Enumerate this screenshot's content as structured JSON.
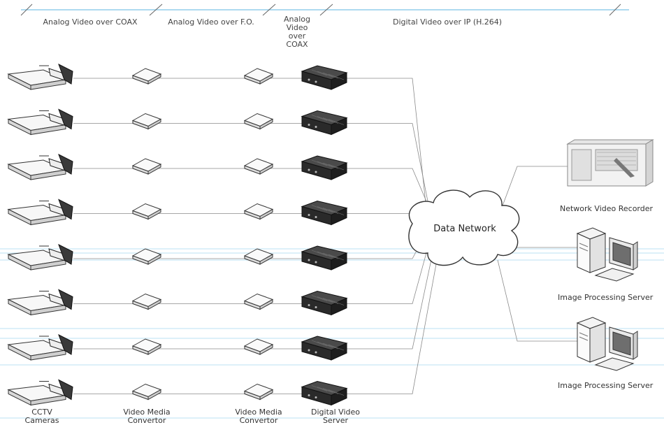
{
  "headers": {
    "coax": "Analog Video over COAX",
    "fo": "Analog Video over F.O.",
    "coax2": "Analog\nVideo\nover\nCOAX",
    "ip": "Digital Video over IP (H.264)"
  },
  "columns": {
    "cameras": "CCTV\nCameras",
    "converter_a": "Video Media\nConvertor",
    "converter_b": "Video Media\nConvertor",
    "server": "Digital Video\nServer"
  },
  "network": "Data Network",
  "devices": {
    "nvr": "Network Video Recorder",
    "ips1": "Image Processing Server",
    "ips2": "Image Processing Server"
  },
  "rows": 8,
  "colors": {
    "line": "#8a8a8a",
    "blueline": "#7ec3e8",
    "device_dark": "#2a2a2a",
    "device_light": "#f4f4f4"
  }
}
